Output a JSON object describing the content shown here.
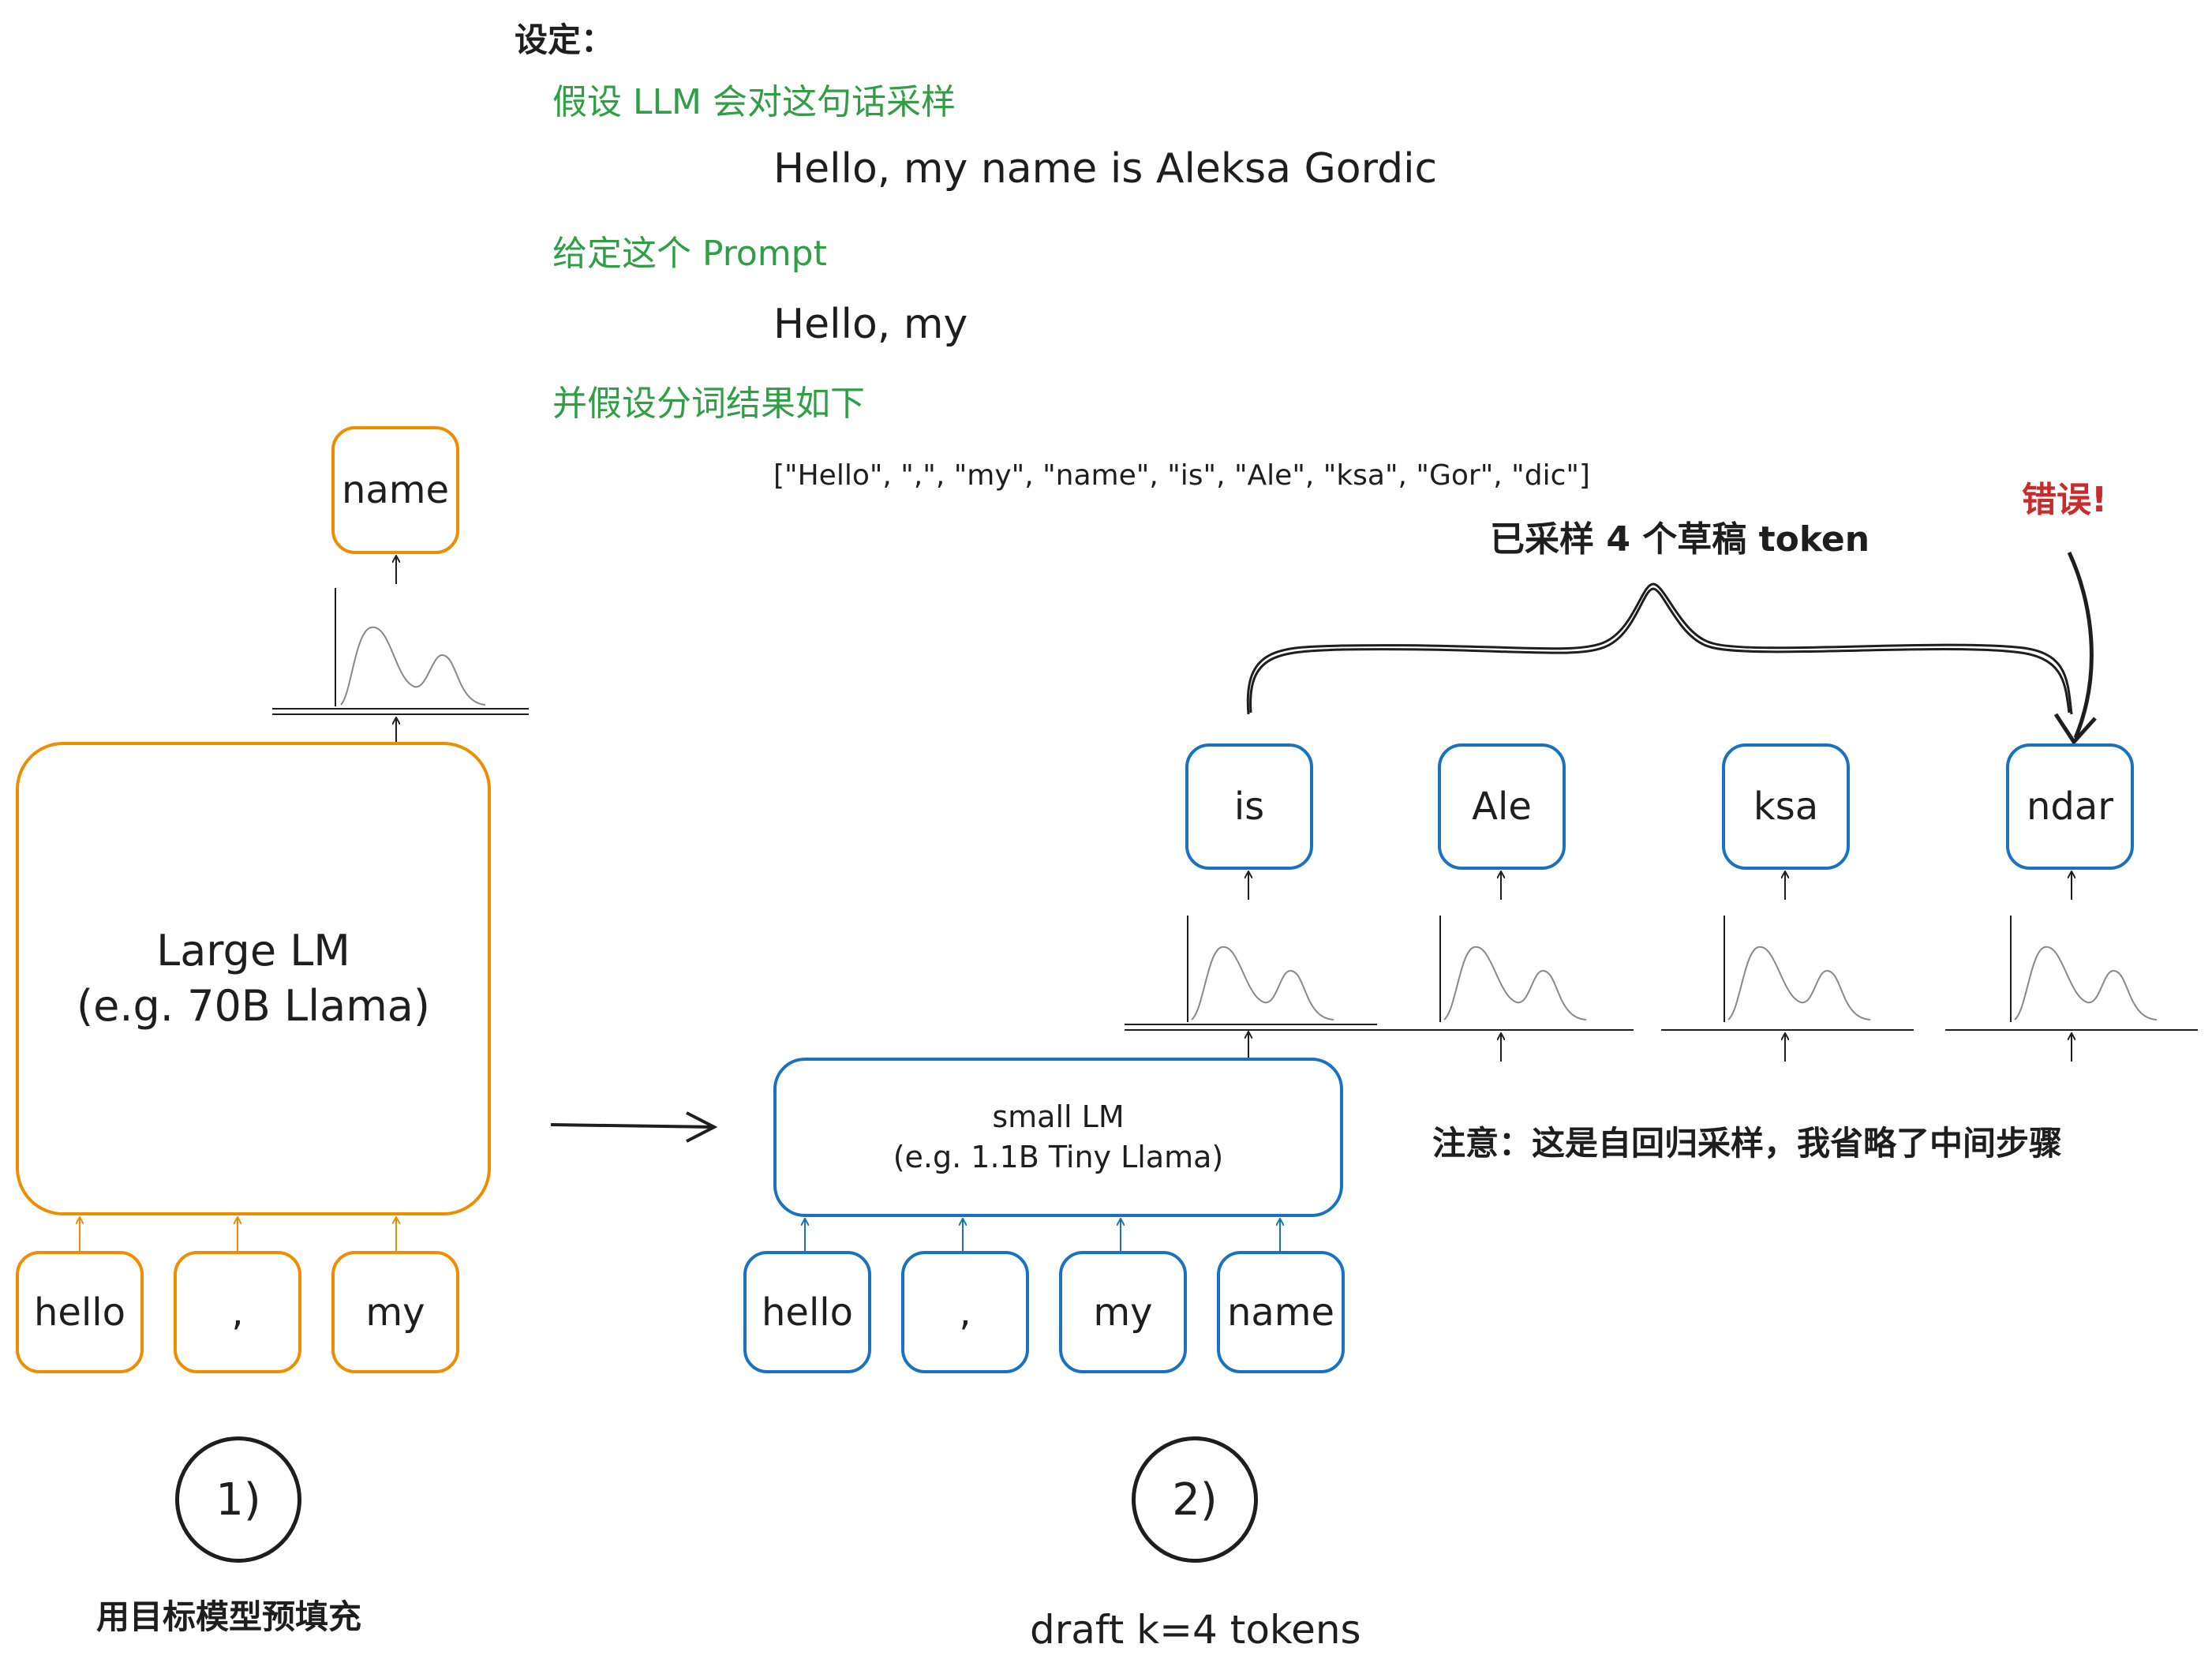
{
  "setup": {
    "heading": "设定：",
    "assume_label": "假设 LLM 会对这句话采样",
    "assume_sentence": "Hello, my name is Aleksa Gordic",
    "prompt_label": "给定这个 Prompt",
    "prompt_text": "Hello, my",
    "tokenize_label": "并假设分词结果如下",
    "token_list": "[\"Hello\", \",\", \"my\", \"name\", \"is\", \"Ale\", \"ksa\", \"Gor\", \"dic\"]"
  },
  "step1": {
    "model_line1": "Large LM",
    "model_line2": "(e.g. 70B Llama)",
    "input_tokens": [
      "hello",
      ",",
      "my"
    ],
    "output_token": "name",
    "step_number": "1)",
    "caption": "用目标模型预填充"
  },
  "step2": {
    "model_line1": "small LM",
    "model_line2": "(e.g. 1.1B Tiny Llama)",
    "input_tokens": [
      "hello",
      ",",
      "my",
      "name"
    ],
    "draft_tokens": [
      "is",
      "Ale",
      "ksa",
      "ndar"
    ],
    "brace_label": "已采样 4 个草稿 token",
    "error_label": "错误!",
    "note": "注意：这是自回归采样，我省略了中间步骤",
    "step_number": "2)",
    "caption": "draft k=4 tokens"
  },
  "colors": {
    "large_model": "#f08c00",
    "small_model": "#1971c2",
    "label_green": "#2f9e44",
    "error_red": "#c92a2a"
  }
}
